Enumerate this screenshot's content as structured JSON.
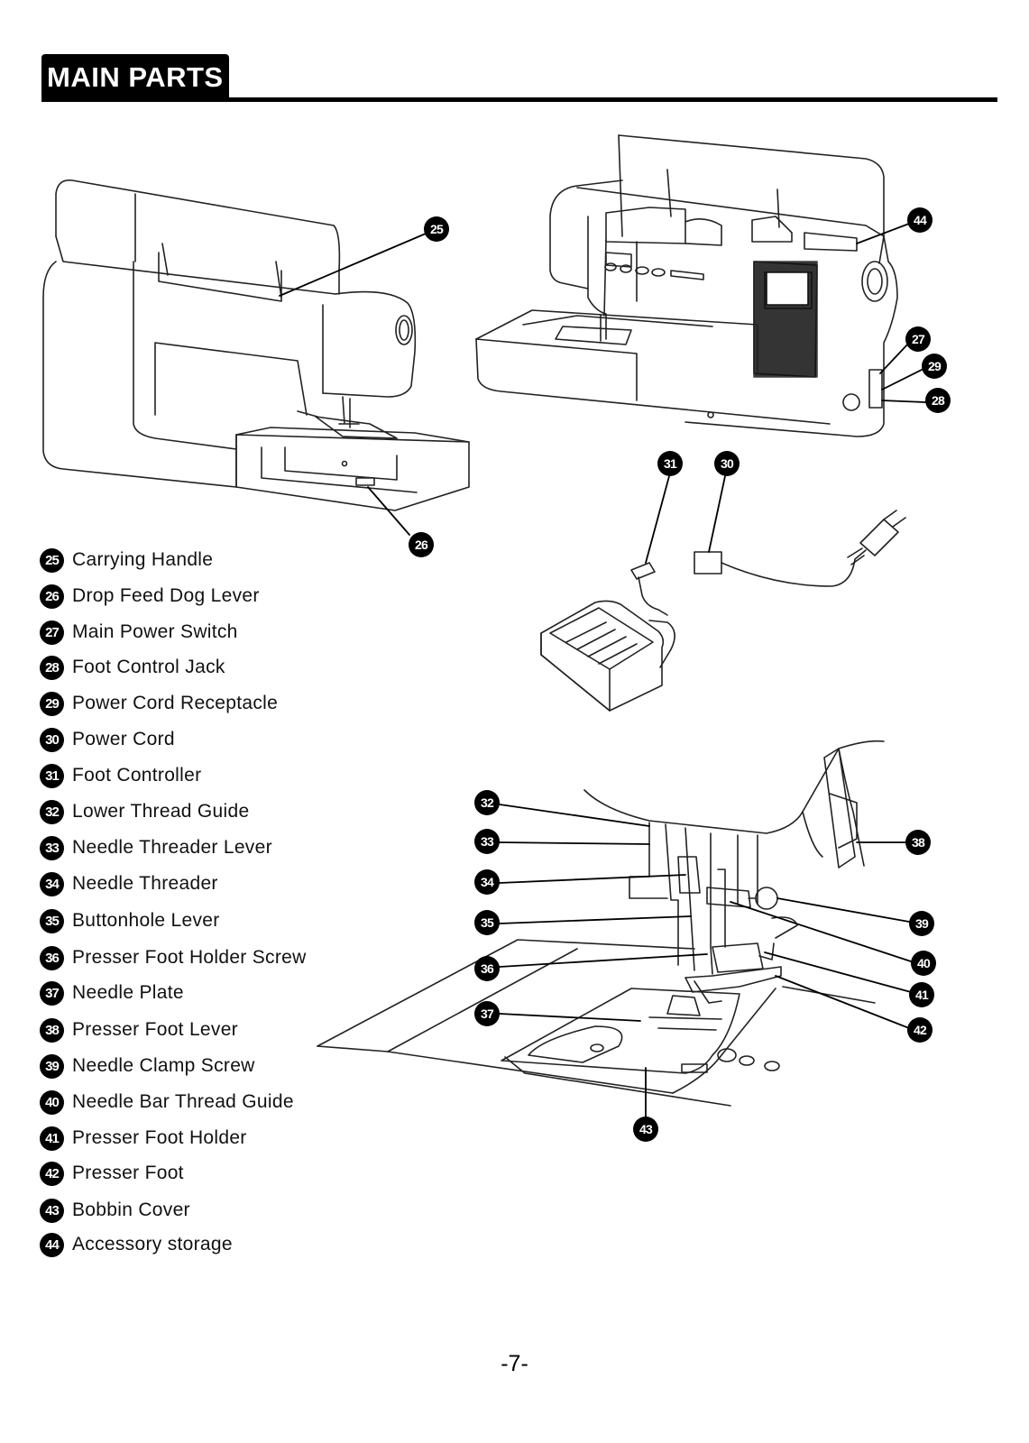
{
  "header": {
    "title": "MAIN PARTS"
  },
  "parts": [
    {
      "num": "25",
      "label": "Carrying Handle"
    },
    {
      "num": "26",
      "label": "Drop Feed Dog Lever"
    },
    {
      "num": "27",
      "label": "Main Power Switch"
    },
    {
      "num": "28",
      "label": "Foot Control Jack"
    },
    {
      "num": "29",
      "label": "Power Cord Receptacle"
    },
    {
      "num": "30",
      "label": "Power Cord"
    },
    {
      "num": "31",
      "label": "Foot Controller"
    },
    {
      "num": "32",
      "label": "Lower Thread Guide"
    },
    {
      "num": "33",
      "label": "Needle Threader Lever"
    },
    {
      "num": "34",
      "label": "Needle Threader"
    },
    {
      "num": "35",
      "label": "Buttonhole Lever"
    },
    {
      "num": "36",
      "label": "Presser Foot Holder Screw"
    },
    {
      "num": "37",
      "label": "Needle Plate"
    },
    {
      "num": "38",
      "label": "Presser Foot Lever"
    },
    {
      "num": "39",
      "label": "Needle Clamp Screw"
    },
    {
      "num": "40",
      "label": "Needle Bar Thread Guide"
    },
    {
      "num": "41",
      "label": "Presser Foot Holder"
    },
    {
      "num": "42",
      "label": "Presser Foot"
    },
    {
      "num": "43",
      "label": "Bobbin Cover"
    },
    {
      "num": "44",
      "label": "Accessory storage"
    }
  ],
  "callouts": [
    "25",
    "26",
    "27",
    "28",
    "29",
    "30",
    "31",
    "32",
    "33",
    "34",
    "35",
    "36",
    "37",
    "38",
    "39",
    "40",
    "41",
    "42",
    "43",
    "44"
  ],
  "page_number": "-7-"
}
